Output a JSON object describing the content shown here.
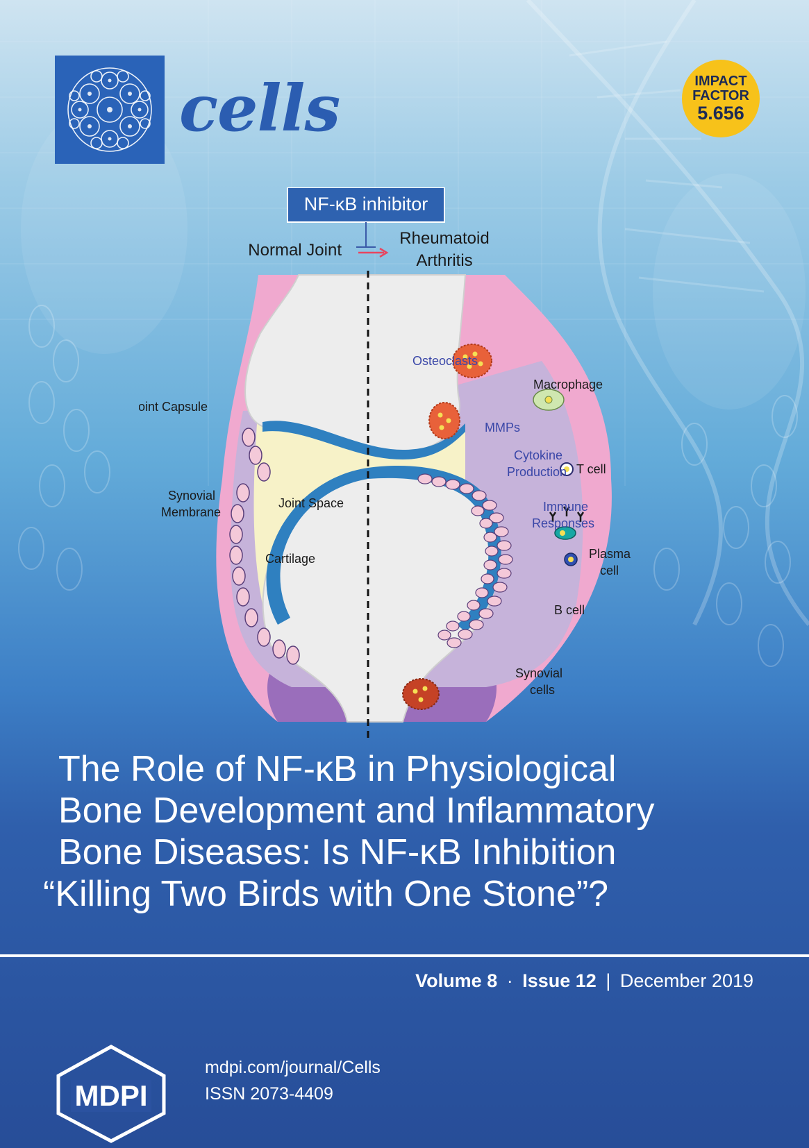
{
  "journal": {
    "name": "cells"
  },
  "impact": {
    "line1": "IMPACT",
    "line2": "FACTOR",
    "value": "5.656"
  },
  "figure": {
    "inhibitor": "NF-κB inhibitor",
    "normal_joint": "Normal Joint",
    "ra_line1": "Rheumatoid",
    "ra_line2": "Arthritis",
    "osteoclasts": "Osteoclasts",
    "macrophage": "Macrophage",
    "mmps": "MMPs",
    "cytokine1": "Cytokine",
    "cytokine2": "Production",
    "tcell": "T cell",
    "immune1": "Immune",
    "immune2": "Responses",
    "plasma1": "Plasma",
    "plasma2": "cell",
    "bcell": "B cell",
    "synovial_cells1": "Synovial",
    "synovial_cells2": "cells",
    "joint_capsule": "Joint Capsule",
    "synovial_membrane1": "Synovial",
    "synovial_membrane2": "Membrane",
    "joint_space": "Joint Space",
    "cartilage": "Cartilage"
  },
  "title": {
    "line1": "The Role of NF-κB in Physiological",
    "line2": "Bone Development and Inflammatory",
    "line3": "Bone Diseases: Is NF-κB Inhibition",
    "line4": "“Killing Two Birds with One Stone”?"
  },
  "issue": {
    "volume": "Volume 8",
    "dot": "·",
    "issue": "Issue 12",
    "bar": "|",
    "date": "December 2019"
  },
  "publisher": {
    "logo_text": "MDPI",
    "url": "mdpi.com/journal/Cells",
    "issn": "ISSN 2073-4409"
  },
  "colors": {
    "brand_blue": "#2a63b8",
    "impact_yellow": "#f7c21a",
    "arrow_red": "#e8455f"
  }
}
